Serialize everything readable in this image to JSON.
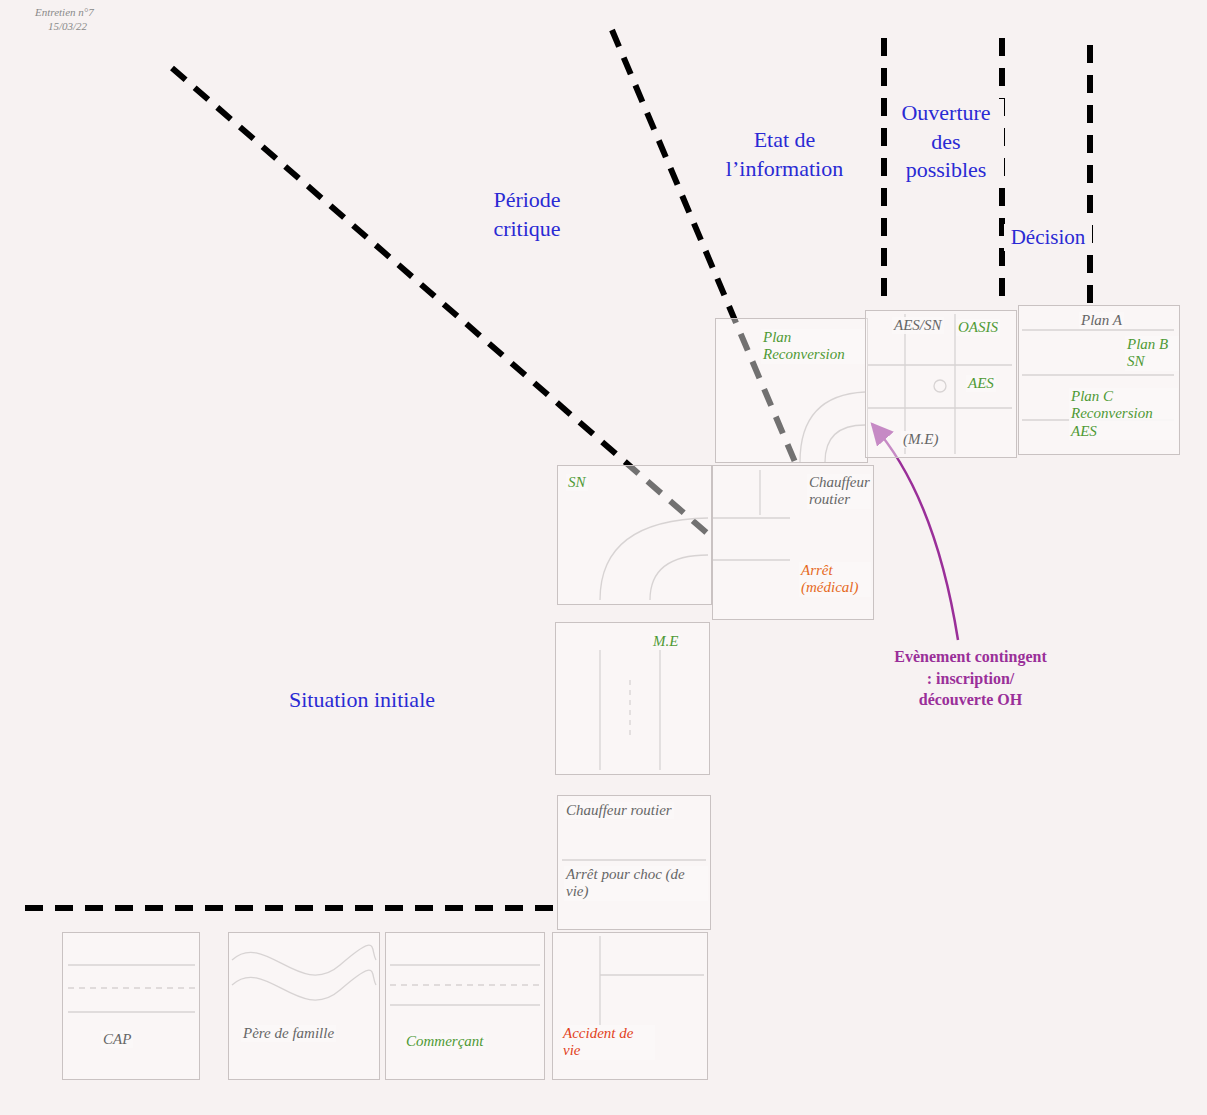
{
  "diagram": {
    "nodes": [
      {
        "text": [
          "CAP"
        ]
      },
      {
        "text": [
          "Père de famille"
        ]
      },
      {
        "text": [
          "Commerçant"
        ]
      },
      {
        "text": [
          "Accident de vie"
        ]
      },
      {
        "text": [
          "Chauffeur routier",
          "Arrêt pour choc (de vie)"
        ]
      },
      {
        "text": [
          "M.E"
        ]
      },
      {
        "text": [
          "SN"
        ]
      },
      {
        "text": [
          "Chauffeur routier",
          "Arrêt (médical)"
        ]
      },
      {
        "text": [
          "Plan Reconversion"
        ]
      },
      {
        "text": [
          "AES/SN",
          "OASIS",
          "AES",
          "(M.E)"
        ]
      },
      {
        "text": [
          "Plan A",
          "Plan B SN",
          "Plan C Reconversion AES"
        ]
      }
    ],
    "labels": [
      "Entretien n°7",
      "15/03/22",
      "Période critique",
      "Etat de l’information",
      "Ouverture des possibles",
      "Décision",
      "Situation initiale",
      "Evènement contingent : inscription/ découverte OH"
    ]
  }
}
